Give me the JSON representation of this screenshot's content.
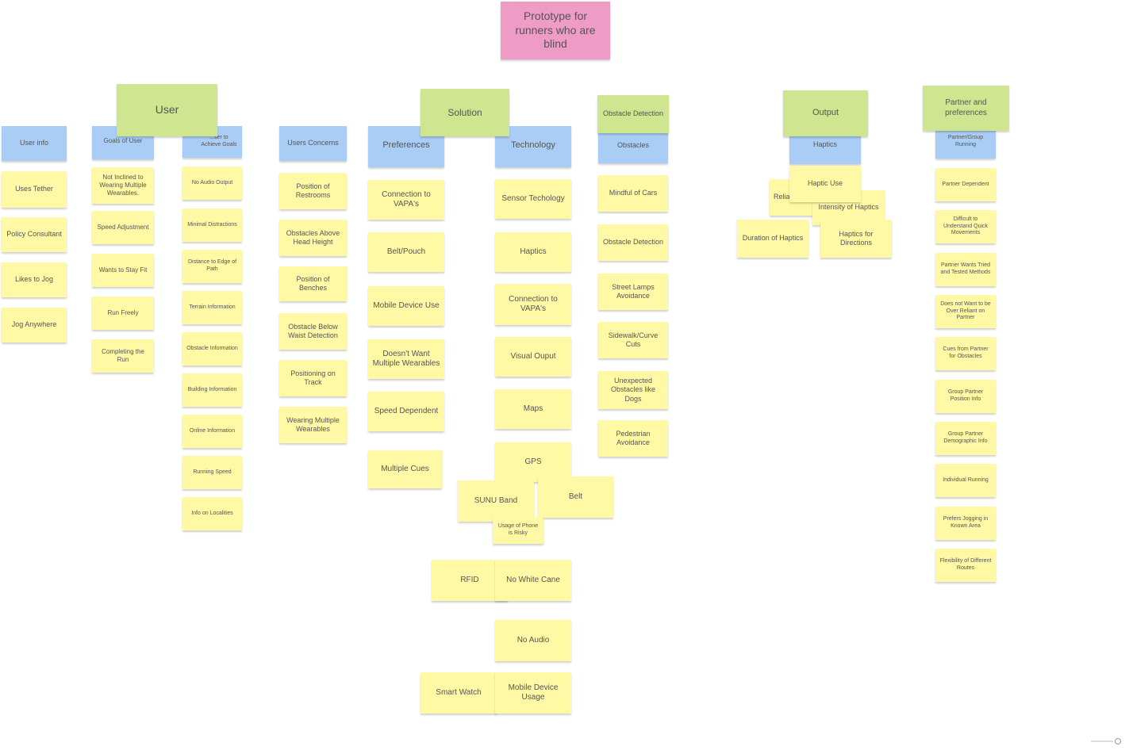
{
  "colors": {
    "yellow": "#fff9a6",
    "blue": "#a9cdf5",
    "green": "#cfe58f",
    "pink": "#ee9bc6"
  },
  "board": {
    "title": "Prototype for runners who are blind",
    "user": {
      "header": "User",
      "user_info": {
        "label": "User info",
        "items": [
          "Uses Tether",
          "Policy Consultant",
          "Likes to Jog",
          "Jog Anywhere"
        ]
      },
      "goals": {
        "label": "Goals of User",
        "items": [
          "Not Inclined to Wearing Multiple Wearables.",
          "Speed Adjustment",
          "Wants to Stay Fit",
          "Run Freely",
          "Completing the Run"
        ]
      },
      "achieve": {
        "label": "...ser to Achieve Goals",
        "items": [
          "No Audio Output",
          "Minimal Distractions",
          "Distance to Edge of Path",
          "Terrain Information",
          "Obstacle Information",
          "Building Information",
          "Online Information",
          "Running Speed",
          "Info on Localities"
        ]
      },
      "concerns": {
        "label": "Users Concerns",
        "items": [
          "Position of Restrooms",
          "Obstacles Above Head Height",
          "Position of Benches",
          "Obstacle Below Waist Detection",
          "Positioning on Track",
          "Wearing Multiple Wearables"
        ]
      }
    },
    "solution": {
      "header": "Solution",
      "preferences": {
        "label": "Preferences",
        "items": [
          "Connection to VAPA's",
          "Belt/Pouch",
          "Mobile Device Use",
          "Doesn't Want Multiple Wearables",
          "Speed Dependent",
          "Multiple Cues"
        ]
      },
      "technology": {
        "label": "Technology",
        "items": [
          "Sensor Techology",
          "Haptics",
          "Connection to VAPA's",
          "Visual Ouput",
          "Maps",
          "GPS",
          "SUNU Band",
          "Belt",
          "Usage of Phone is Risky",
          "RFID",
          "No White Cane",
          "No Audio",
          "Smart Watch",
          "Mobile Device Usage"
        ]
      }
    },
    "obstacle": {
      "header": "Obstacle Detection",
      "label": "Obstacles",
      "items": [
        "Mindful of Cars",
        "Obstacle Detection",
        "Street Lamps Avoidance",
        "Sidewalk/Curve Cuts",
        "Unexpected Obstacles like Dogs",
        "Pedestrian Avoidance"
      ]
    },
    "output": {
      "header": "Output",
      "label": "Haptics",
      "items": [
        "Relia...",
        "Haptic Use",
        "Intensity of Haptics",
        "Duration of Haptics",
        "Haptics for Directions"
      ]
    },
    "partner": {
      "header": "Partner and preferences",
      "label": "Partner/Group Running",
      "items": [
        "Partner Dependent",
        "Difficult to Understand Quick Movements",
        "Partner Wants Tried and Tested Methods",
        "Does not Want to be Over Reliant on Partner",
        "Cues from Partner for Obstacles",
        "Group Partner Position Info",
        "Group Partner Demographic Info",
        "Individual Running",
        "Prefers Jogging in Known Area",
        "Flexibility of Different Routes"
      ]
    }
  }
}
